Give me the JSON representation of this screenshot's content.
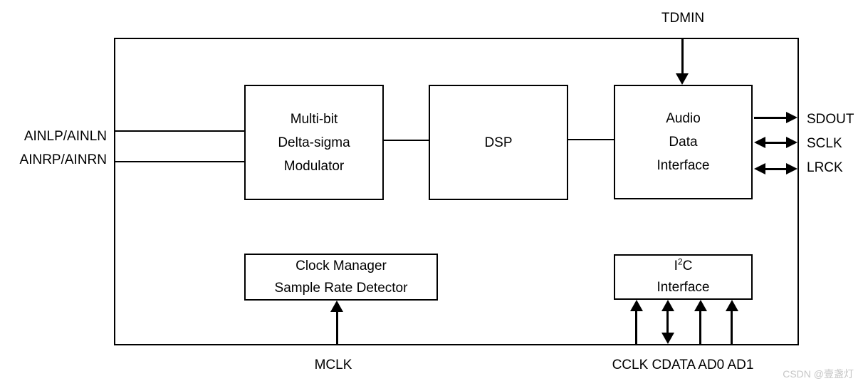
{
  "diagram": {
    "blocks": {
      "modulator": {
        "line1": "Multi-bit",
        "line2": "Delta-sigma",
        "line3": "Modulator"
      },
      "dsp": {
        "line1": "DSP"
      },
      "audio": {
        "line1": "Audio",
        "line2": "Data",
        "line3": "Interface"
      },
      "clock_manager": {
        "line1": "Clock Manager",
        "line2": "Sample Rate Detector"
      },
      "i2c": {
        "base": "I",
        "sup": "2",
        "rest": "C",
        "line2": "Interface"
      }
    },
    "pins": {
      "tdmin": {
        "label": "TDMIN",
        "direction": "input"
      },
      "ain_left": {
        "label": "AINLP/AINLN",
        "direction": "input"
      },
      "ain_right": {
        "label": "AINRP/AINRN",
        "direction": "input"
      },
      "sdout": {
        "label": "SDOUT",
        "direction": "output"
      },
      "sclk": {
        "label": "SCLK",
        "direction": "bidirectional"
      },
      "lrck": {
        "label": "LRCK",
        "direction": "bidirectional"
      },
      "mclk": {
        "label": "MCLK",
        "direction": "input"
      },
      "control_group": {
        "label": "CCLK CDATA AD0 AD1",
        "pins": [
          {
            "name": "CCLK",
            "direction": "input"
          },
          {
            "name": "CDATA",
            "direction": "bidirectional"
          },
          {
            "name": "AD0",
            "direction": "input"
          },
          {
            "name": "AD1",
            "direction": "input"
          }
        ]
      }
    },
    "watermark": "CSDN @壹盏灯",
    "colors": {
      "line": "#000000",
      "text": "#000000",
      "watermark": "#c6c6c6",
      "background": "#ffffff"
    }
  }
}
